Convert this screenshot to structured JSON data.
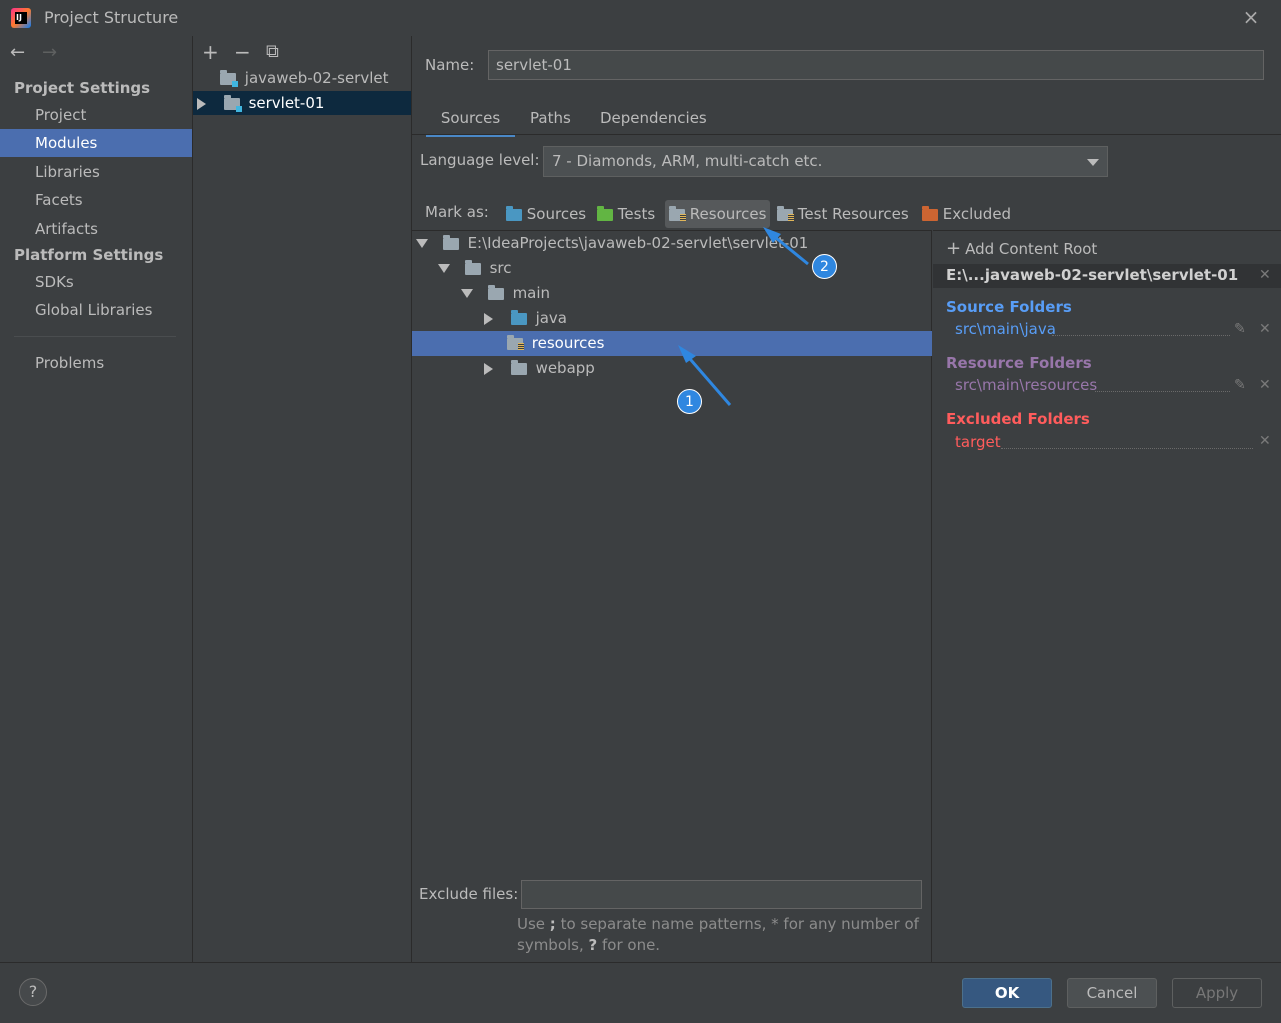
{
  "window": {
    "title": "Project Structure",
    "close_icon": "×"
  },
  "nav": {
    "back_icon": "←",
    "forward_icon": "→",
    "project_settings_heading": "Project Settings",
    "project_settings_items": [
      "Project",
      "Modules",
      "Libraries",
      "Facets",
      "Artifacts"
    ],
    "platform_settings_heading": "Platform Settings",
    "platform_settings_items": [
      "SDKs",
      "Global Libraries"
    ],
    "problems": "Problems",
    "selected": "Modules"
  },
  "modules": {
    "add_icon": "+",
    "remove_icon": "−",
    "copy_icon": "⧉",
    "items": [
      "javaweb-02-servlet",
      "servlet-01"
    ],
    "selected": "servlet-01"
  },
  "module": {
    "name_label": "Name:",
    "name_value": "servlet-01",
    "tabs": [
      "Sources",
      "Paths",
      "Dependencies"
    ],
    "active_tab": "Sources",
    "language_level_label": "Language level:",
    "language_level_value": "7 - Diamonds, ARM, multi-catch etc.",
    "mark_as_label": "Mark as:",
    "mark_as": [
      "Sources",
      "Tests",
      "Resources",
      "Test Resources",
      "Excluded"
    ],
    "mark_as_selected": "Resources",
    "tree": [
      {
        "label": "E:\\IdeaProjects\\javaweb-02-servlet\\servlet-01",
        "depth": 0,
        "expanded": true
      },
      {
        "label": "src",
        "depth": 1,
        "expanded": true
      },
      {
        "label": "main",
        "depth": 2,
        "expanded": true
      },
      {
        "label": "java",
        "depth": 3,
        "expanded": false
      },
      {
        "label": "resources",
        "depth": 3,
        "selected": true
      },
      {
        "label": "webapp",
        "depth": 3,
        "expanded": false
      }
    ],
    "exclude_files_label": "Exclude files:",
    "exclude_files_value": "",
    "exclude_hint_1": "Use ",
    "exclude_hint_semicolon": ";",
    "exclude_hint_2": " to separate name patterns, * for any number of",
    "exclude_hint_3": "symbols, ",
    "exclude_hint_q": "?",
    "exclude_hint_4": " for one."
  },
  "content_roots": {
    "add_label": "Add Content Root",
    "root_path": "E:\\...javaweb-02-servlet\\servlet-01",
    "source_folders_title": "Source Folders",
    "source_folders": [
      "src\\main\\java"
    ],
    "resource_folders_title": "Resource Folders",
    "resource_folders": [
      "src\\main\\resources"
    ],
    "excluded_folders_title": "Excluded Folders",
    "excluded_folders": [
      "target"
    ]
  },
  "buttons": {
    "help": "?",
    "ok": "OK",
    "cancel": "Cancel",
    "apply": "Apply"
  },
  "annotations": {
    "badge_1": "1",
    "badge_2": "2"
  },
  "colors": {
    "background": "#3c3f41",
    "selection": "#4b6eaf",
    "sources": "#589df6",
    "resources": "#9876aa",
    "excluded": "#ff5c5c",
    "tests_folder": "#62b543",
    "excluded_folder": "#cd6532",
    "annotation": "#2f87e0"
  }
}
